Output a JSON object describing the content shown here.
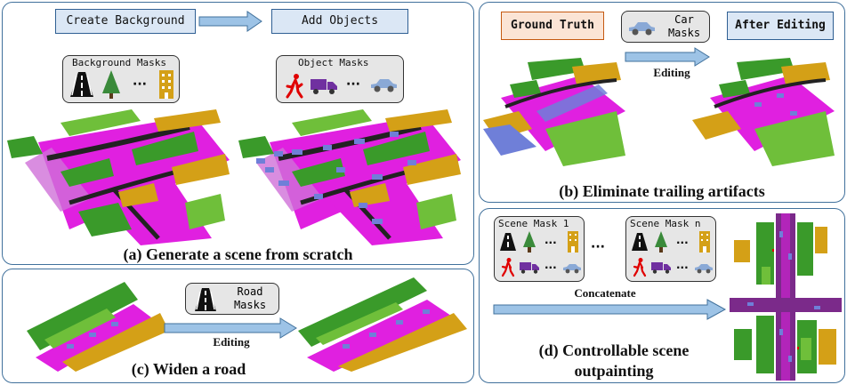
{
  "panel_a": {
    "create_background": "Create Background",
    "add_objects": "Add Objects",
    "background_masks_title": "Background Masks",
    "object_masks_title": "Object Masks",
    "ellipsis": "···",
    "caption": "(a) Generate a scene from scratch"
  },
  "panel_b": {
    "ground_truth": "Ground Truth",
    "car_masks_line1": "Car",
    "car_masks_line2": "Masks",
    "after_editing": "After Editing",
    "editing": "Editing",
    "caption": "(b) Eliminate trailing artifacts"
  },
  "panel_c": {
    "road_masks_line1": "Road",
    "road_masks_line2": "Masks",
    "editing": "Editing",
    "caption": "(c) Widen a road"
  },
  "panel_d": {
    "scene_mask_1": "Scene Mask 1",
    "scene_mask_n": "Scene Mask n",
    "ellipsis": "···",
    "concatenate": "Concatenate",
    "caption_line1": "(d) Controllable scene",
    "caption_line2": "outpainting"
  },
  "colors": {
    "panel_border": "#41719c",
    "arrow_fill": "#9dc3e6",
    "road": "#e020e0",
    "vegetation": "#6fbf3a",
    "building": "#d4a017",
    "car": "#6f7fd8",
    "person": "#e00000",
    "truck": "#7030a0"
  }
}
